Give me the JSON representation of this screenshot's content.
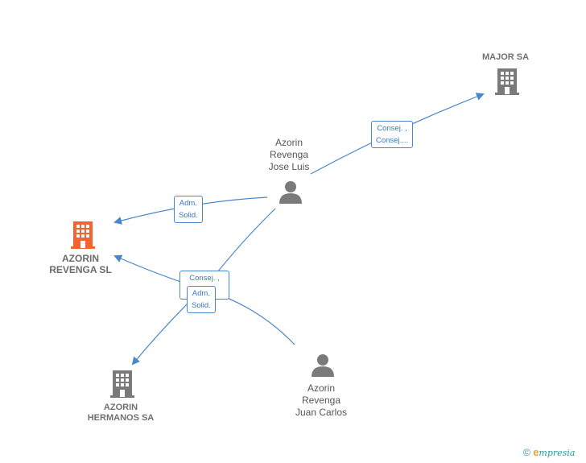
{
  "nodes": {
    "major_sa": {
      "label": "MAJOR SA"
    },
    "azorin_revenga_sl": {
      "label": "AZORIN\nREVENGA  SL"
    },
    "azorin_hermanos_sa": {
      "label": "AZORIN\nHERMANOS SA"
    },
    "jose_luis": {
      "label": "Azorin\nRevenga\nJose Luis"
    },
    "juan_carlos": {
      "label": "Azorin\nRevenga\nJuan Carlos"
    }
  },
  "edge_labels": {
    "jose_to_major": "Consej. ,\nConsej....",
    "jose_to_revenga": "Adm.\nSolid.",
    "consej_box": "Consej. ,",
    "adm_solid_box": "Adm.\nSolid."
  },
  "colors": {
    "edge": "#4a86c8",
    "company_icon": "#7a7a7a",
    "company_icon_main": "#f26430",
    "person_icon": "#7a7a7a"
  },
  "footer": {
    "copyright": "©",
    "brand_initial": "e",
    "brand_rest": "mpresia"
  }
}
